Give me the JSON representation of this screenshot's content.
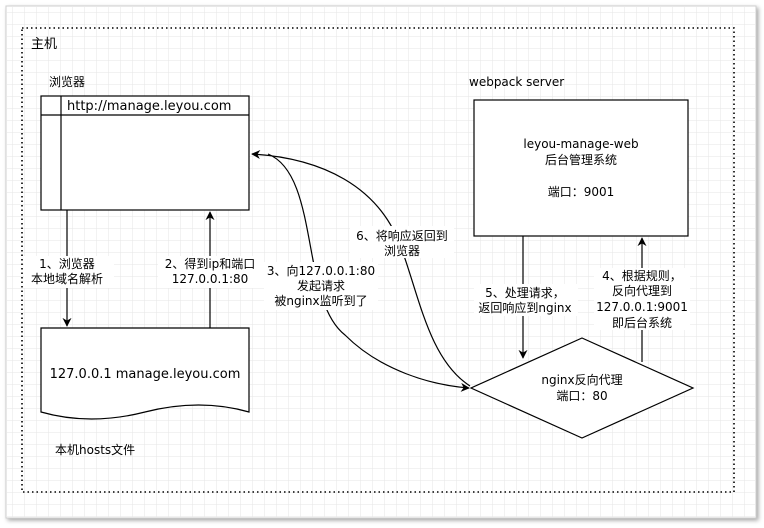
{
  "host": {
    "label": "主机"
  },
  "browser": {
    "label": "浏览器",
    "url": "http://manage.leyou.com"
  },
  "hosts_file": {
    "content": "127.0.0.1 manage.leyou.com",
    "label": "本机hosts文件"
  },
  "webpack": {
    "label": "webpack server",
    "app_name": "leyou-manage-web",
    "app_desc": "后台管理系统",
    "port": "端口：9001"
  },
  "nginx": {
    "title": "nginx反向代理",
    "port": "端口：80"
  },
  "steps": {
    "s1_l1": "1、浏览器",
    "s1_l2": "本地域名解析",
    "s2_l1": "2、得到ip和端口",
    "s2_l2": "127.0.0.1:80",
    "s3_l1": "3、向127.0.0.1:80",
    "s3_l2": "发起请求",
    "s3_l3": "被nginx监听到了",
    "s4_l1": "4、根据规则，",
    "s4_l2": "反向代理到",
    "s4_l3": "127.0.0.1:9001",
    "s4_l4": "即后台系统",
    "s5_l1": "5、处理请求，",
    "s5_l2": "返回响应到nginx",
    "s6_l1": "6、将响应返回到",
    "s6_l2": "浏览器"
  },
  "colors": {
    "grid": "#e6e6e6",
    "stroke": "#000000",
    "frame": "#cfcfcf"
  }
}
